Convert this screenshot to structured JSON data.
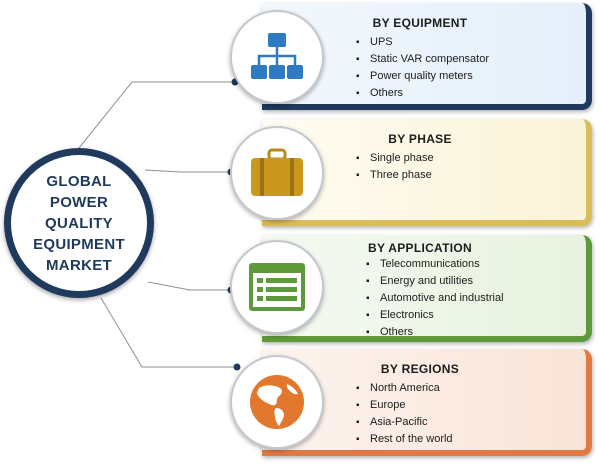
{
  "hub": {
    "title_lines": [
      "GLOBAL",
      "POWER",
      "QUALITY",
      "EQUIPMENT",
      "MARKET"
    ]
  },
  "segments": [
    {
      "id": "equipment",
      "title": "BY EQUIPMENT",
      "icon": "hierarchy-icon",
      "color": "#1f3a5c",
      "items": [
        "UPS",
        "Static VAR compensator",
        "Power quality meters",
        "Others"
      ]
    },
    {
      "id": "phase",
      "title": "BY PHASE",
      "icon": "briefcase-icon",
      "color": "#d9bd58",
      "items": [
        "Single phase",
        "Three phase"
      ]
    },
    {
      "id": "application",
      "title": "BY APPLICATION",
      "icon": "list-window-icon",
      "color": "#5e9a3b",
      "items": [
        "Telecommunications",
        "Energy and utilities",
        "Automotive and industrial",
        "Electronics",
        "Others"
      ]
    },
    {
      "id": "regions",
      "title": "BY REGIONS",
      "icon": "globe-icon",
      "color": "#e07a45",
      "items": [
        "North America",
        "Europe",
        "Asia-Pacific",
        "Rest of the world"
      ]
    }
  ]
}
